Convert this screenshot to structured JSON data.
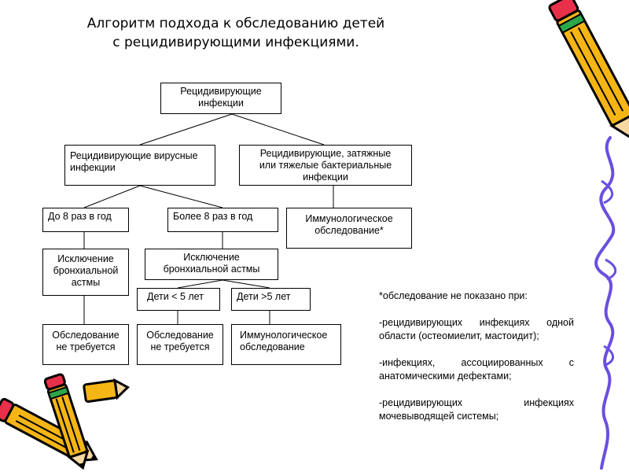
{
  "title": {
    "line1": "Алгоритм подхода к обследованию детей",
    "line2": "с рецидивирующими инфекциями."
  },
  "boxes": {
    "root": [
      "Рецидивирующие",
      "инфекции"
    ],
    "viral": [
      "Рецидивирующие  вирусные",
      "инфекции"
    ],
    "bacterial": [
      "Рецидивирующие,  затяжные",
      "или  тяжелые бактериальные",
      "инфекции"
    ],
    "upto8": "До 8 раз в год",
    "over8": "Более 8 раз в год",
    "immuno_exam": [
      "Иммунологическое",
      "обследование*"
    ],
    "exclude_asthma_left": [
      "Исключение",
      "бронхиальной",
      "астмы"
    ],
    "exclude_asthma_mid": [
      "Исключение",
      "бронхиальной  астмы"
    ],
    "children_under5": "Дети < 5 лет",
    "children_over5": "Дети >5 лет",
    "no_exam_left": [
      "Обследование",
      "не требуется"
    ],
    "no_exam_mid": [
      "Обследование",
      "не требуется"
    ],
    "immuno_exam_right": [
      "Иммунологическое",
      "обследование"
    ]
  },
  "note": {
    "line1": "*обследование  не показано  при:",
    "line2": "-рецидивирующих  инфекциях  одной области  (остеомиелит,  мастоидит);",
    "line3": "-инфекциях,  ассоциированных  с анатомическими  дефектами;",
    "line4": "-рецидивирующих  инфекциях мочевыводящей  системы;"
  },
  "colors": {
    "pencil_body": "#f5b515",
    "pencil_outline": "#000000",
    "pencil_eraser": "#e8304a",
    "pencil_band": "#2aa84a",
    "spiral": "#6a4fe0"
  }
}
